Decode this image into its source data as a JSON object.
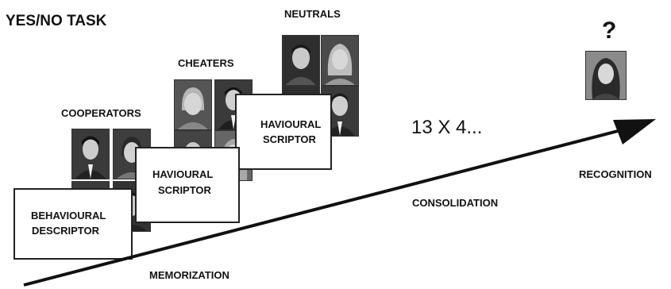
{
  "title": "YES/NO TASK",
  "groups": {
    "cooperators": "COOPERATORS",
    "cheaters": "CHEATERS",
    "neutrals": "NEUTRALS"
  },
  "descriptor_boxes": [
    {
      "line1": "BEHAVIOURAL",
      "line2": "DESCRIPTOR"
    },
    {
      "line1": "HAVIOURAL",
      "line2": "SCRIPTOR"
    },
    {
      "line1": "HAVIOURAL",
      "line2": "SCRIPTOR"
    }
  ],
  "repetitions": "13 X 4...",
  "question_mark": "?",
  "phases": {
    "memorization": "MEMORIZATION",
    "consolidation": "CONSOLIDATION",
    "recognition": "RECOGNITION"
  },
  "photo_subjects": {
    "cooperators": [
      "young man with dark hair in jacket",
      "woman with short dark hair",
      "young man",
      "young man"
    ],
    "cheaters": [
      "older woman with short light hair",
      "man with dark hair in suit",
      "woman",
      "woman with long hair"
    ],
    "neutrals": [
      "man with dark hair",
      "woman with blond hair",
      "man",
      "man in suit"
    ],
    "recognition": "woman with long dark hair"
  },
  "colors": {
    "text": "#111111",
    "arrow": "#111111",
    "photo_bg": "#3a3a3a"
  }
}
